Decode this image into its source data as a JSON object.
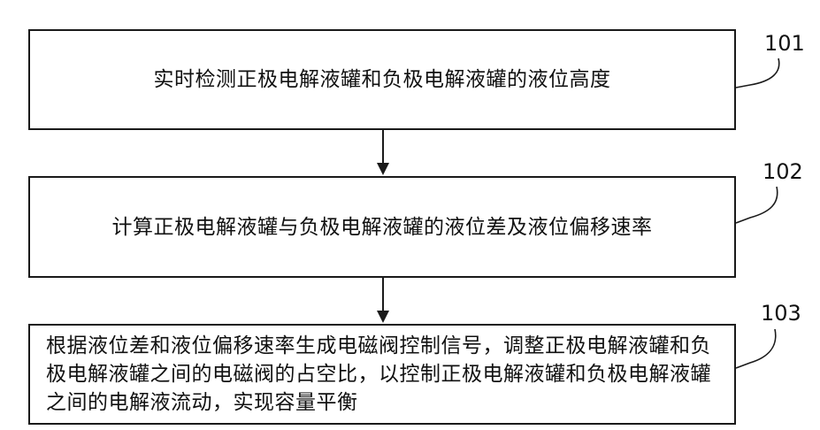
{
  "steps": [
    {
      "id": "101",
      "text": "实时检测正极电解液罐和负极电解液罐的液位高度"
    },
    {
      "id": "102",
      "text": "计算正极电解液罐与负极电解液罐的液位差及液位偏移速率"
    },
    {
      "id": "103",
      "text": "根据液位差和液位偏移速率生成电磁阀控制信号，调整正极电解液罐和负极电解液罐之间的电磁阀的占空比，以控制正极电解液罐和负极电解液罐之间的电解液流动，实现容量平衡"
    }
  ],
  "colors": {
    "line": "#1a1a1a",
    "background": "#ffffff",
    "text": "#111111"
  }
}
